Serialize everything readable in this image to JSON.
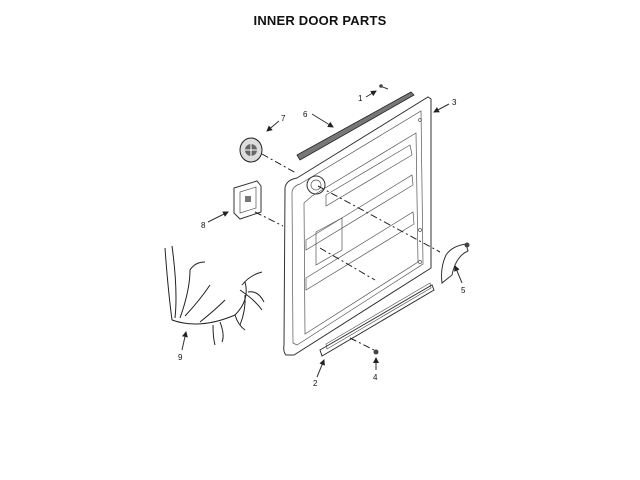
{
  "title": "INNER DOOR PARTS",
  "callouts": [
    "1",
    "2",
    "3",
    "4",
    "5",
    "6",
    "7",
    "8",
    "9"
  ]
}
